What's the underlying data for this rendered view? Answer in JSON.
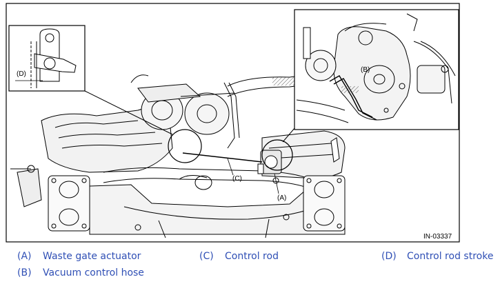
{
  "figure": {
    "id_code": "IN-03337",
    "callouts": {
      "a": "(A)",
      "b": "(B)",
      "c": "(C)",
      "d": "(D)"
    }
  },
  "legend": [
    {
      "key": "(A)",
      "text": "Waste gate actuator"
    },
    {
      "key": "(B)",
      "text": "Vacuum control hose"
    },
    {
      "key": "(C)",
      "text": "Control rod"
    },
    {
      "key": "(D)",
      "text": "Control rod stroke"
    }
  ],
  "colors": {
    "legend_text": "#2f4fb5",
    "line": "#000000",
    "hatch": "#555555"
  }
}
